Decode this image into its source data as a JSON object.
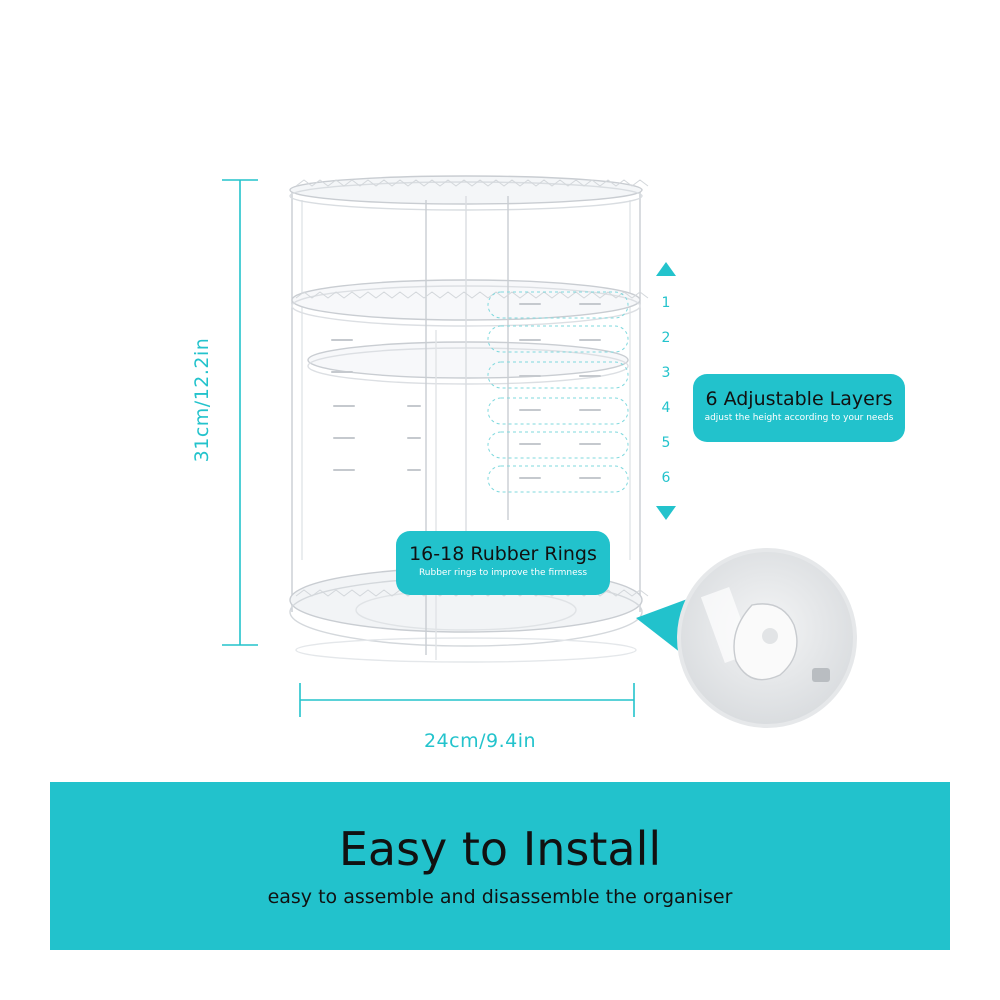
{
  "dimensions": {
    "height_label": "31cm/12.2in",
    "width_label": "24cm/9.4in"
  },
  "layers": {
    "numbers": [
      "1",
      "2",
      "3",
      "4",
      "5",
      "6"
    ],
    "badge_title": "6 Adjustable Layers",
    "badge_subtitle": "adjust the height according to your needs"
  },
  "rubber_rings": {
    "badge_title": "16-18 Rubber Rings",
    "badge_subtitle": "Rubber rings to improve the firmness"
  },
  "banner": {
    "title": "Easy to Install",
    "subtitle": "easy to assemble and disassemble the organiser"
  },
  "colors": {
    "accent": "#22c2cc",
    "text_dark": "#111111",
    "background": "#ffffff"
  }
}
